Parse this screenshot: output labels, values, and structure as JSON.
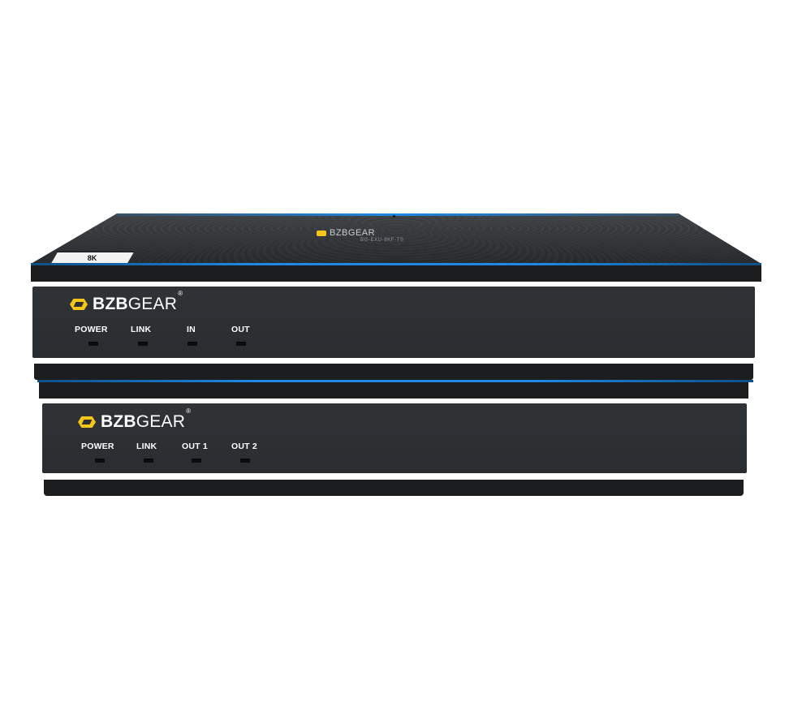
{
  "lid": {
    "brand_name": "BZBGEAR",
    "model": "BG-EXU-8KF-TS",
    "badge": "8K"
  },
  "transmitter": {
    "brand": {
      "bold": "BZB",
      "light": "GEAR",
      "reg": "®"
    },
    "indicators": [
      "POWER",
      "LINK",
      "IN",
      "OUT"
    ]
  },
  "receiver": {
    "brand": {
      "bold": "BZB",
      "light": "GEAR",
      "reg": "®"
    },
    "indicators": [
      "POWER",
      "LINK",
      "OUT 1",
      "OUT 2"
    ]
  },
  "colors": {
    "accent_blue": "#1e88e5",
    "logo_yellow": "#f5c518",
    "chassis": "#2d3033"
  }
}
